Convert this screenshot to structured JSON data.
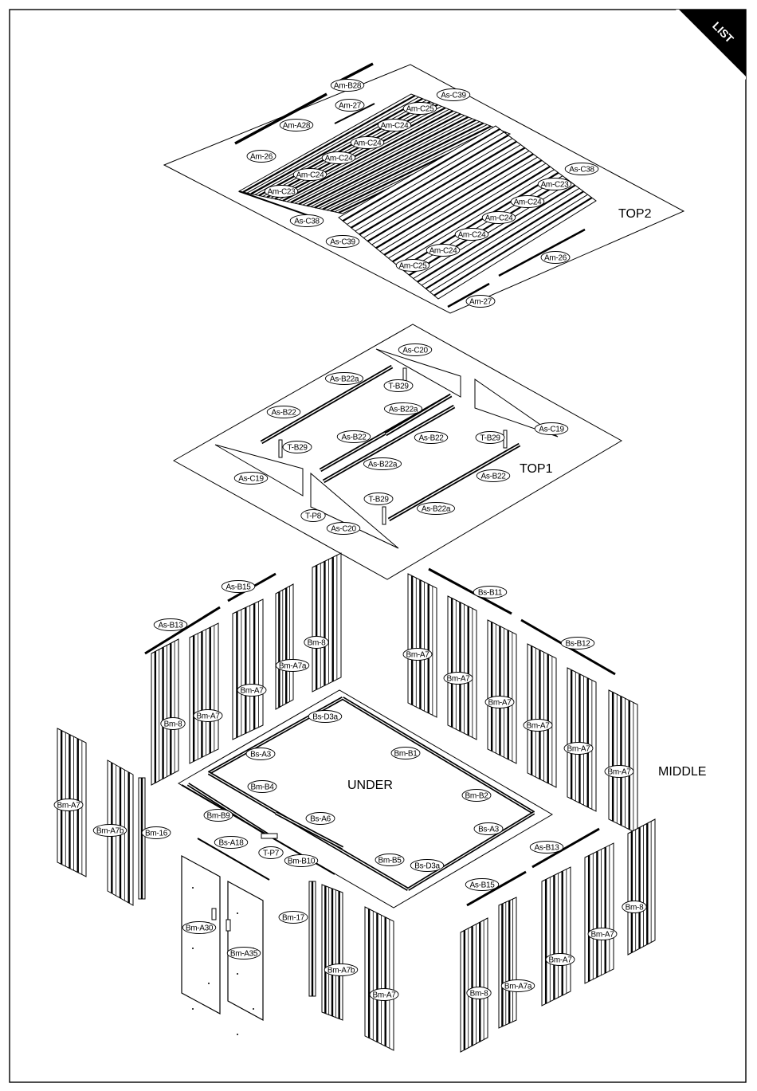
{
  "tab_label": "LIST",
  "sections": {
    "top2": "TOP2",
    "top1": "TOP1",
    "under": "UNDER",
    "middle": "MIDDLE"
  },
  "labels": [
    {
      "group": "top2",
      "text": "Am-B28"
    },
    {
      "group": "top2",
      "text": "Am-27"
    },
    {
      "group": "top2",
      "text": "Am-A28"
    },
    {
      "group": "top2",
      "text": "Am-26"
    },
    {
      "group": "top2",
      "text": "As-C39"
    },
    {
      "group": "top2",
      "text": "Am-C25"
    },
    {
      "group": "top2",
      "text": "Am-C24"
    },
    {
      "group": "top2",
      "text": "Am-C24"
    },
    {
      "group": "top2",
      "text": "Am-C24"
    },
    {
      "group": "top2",
      "text": "Am-C24"
    },
    {
      "group": "top2",
      "text": "Am-C23"
    },
    {
      "group": "top2",
      "text": "As-C38"
    },
    {
      "group": "top2",
      "text": "As-C39"
    },
    {
      "group": "top2",
      "text": "As-C38"
    },
    {
      "group": "top2",
      "text": "Am-C23"
    },
    {
      "group": "top2",
      "text": "Am-C24"
    },
    {
      "group": "top2",
      "text": "Am-C24"
    },
    {
      "group": "top2",
      "text": "Am-C24"
    },
    {
      "group": "top2",
      "text": "Am-C24"
    },
    {
      "group": "top2",
      "text": "Am-C25"
    },
    {
      "group": "top2",
      "text": "Am-26"
    },
    {
      "group": "top2",
      "text": "Am-27"
    },
    {
      "group": "top1",
      "text": "As-C20"
    },
    {
      "group": "top1",
      "text": "As-B22a"
    },
    {
      "group": "top1",
      "text": "T-B29"
    },
    {
      "group": "top1",
      "text": "As-B22"
    },
    {
      "group": "top1",
      "text": "As-B22a"
    },
    {
      "group": "top1",
      "text": "As-C19"
    },
    {
      "group": "top1",
      "text": "As-B22"
    },
    {
      "group": "top1",
      "text": "As-B22"
    },
    {
      "group": "top1",
      "text": "T-B29"
    },
    {
      "group": "top1",
      "text": "T-B29"
    },
    {
      "group": "top1",
      "text": "As-B22a"
    },
    {
      "group": "top1",
      "text": "As-B22"
    },
    {
      "group": "top1",
      "text": "As-C19"
    },
    {
      "group": "top1",
      "text": "T-B29"
    },
    {
      "group": "top1",
      "text": "As-B22a"
    },
    {
      "group": "top1",
      "text": "T-P8"
    },
    {
      "group": "top1",
      "text": "As-C20"
    },
    {
      "group": "middle",
      "text": "As-B15"
    },
    {
      "group": "middle",
      "text": "As-B13"
    },
    {
      "group": "middle",
      "text": "Bm-8"
    },
    {
      "group": "middle",
      "text": "Bm-A7a"
    },
    {
      "group": "middle",
      "text": "Bm-A7"
    },
    {
      "group": "middle",
      "text": "Bm-A7"
    },
    {
      "group": "middle",
      "text": "Bm-8"
    },
    {
      "group": "middle",
      "text": "Bs-B11"
    },
    {
      "group": "middle",
      "text": "Bs-B12"
    },
    {
      "group": "middle",
      "text": "Bm-A7"
    },
    {
      "group": "middle",
      "text": "Bm-A7"
    },
    {
      "group": "middle",
      "text": "Bm-A7"
    },
    {
      "group": "middle",
      "text": "Bm-A7"
    },
    {
      "group": "middle",
      "text": "Bm-A7"
    },
    {
      "group": "middle",
      "text": "Bm-A7"
    },
    {
      "group": "under",
      "text": "Bs-D3a"
    },
    {
      "group": "under",
      "text": "Bs-A3"
    },
    {
      "group": "under",
      "text": "Bm-B1"
    },
    {
      "group": "under",
      "text": "Bm-B4"
    },
    {
      "group": "under",
      "text": "Bm-B2"
    },
    {
      "group": "under",
      "text": "Bm-B9"
    },
    {
      "group": "under",
      "text": "Bs-A6"
    },
    {
      "group": "under",
      "text": "Bs-A3"
    },
    {
      "group": "under",
      "text": "Bs-A18"
    },
    {
      "group": "under",
      "text": "T-P7"
    },
    {
      "group": "under",
      "text": "Bm-B10"
    },
    {
      "group": "under",
      "text": "Bm-B5"
    },
    {
      "group": "under",
      "text": "Bs-D3a"
    },
    {
      "group": "middle",
      "text": "Bm-A7"
    },
    {
      "group": "middle",
      "text": "Bm-A7b"
    },
    {
      "group": "middle",
      "text": "Bm-16"
    },
    {
      "group": "middle",
      "text": "As-B13"
    },
    {
      "group": "middle",
      "text": "As-B15"
    },
    {
      "group": "middle",
      "text": "Bm-8"
    },
    {
      "group": "middle",
      "text": "Bm-A7"
    },
    {
      "group": "middle",
      "text": "Bm-A7"
    },
    {
      "group": "middle",
      "text": "Bm-A7a"
    },
    {
      "group": "middle",
      "text": "Bm-8"
    },
    {
      "group": "middle",
      "text": "Bm-A30"
    },
    {
      "group": "middle",
      "text": "Bm-A35"
    },
    {
      "group": "middle",
      "text": "Bm-17"
    },
    {
      "group": "middle",
      "text": "Bm-A7b"
    },
    {
      "group": "middle",
      "text": "Bm-A7"
    }
  ]
}
